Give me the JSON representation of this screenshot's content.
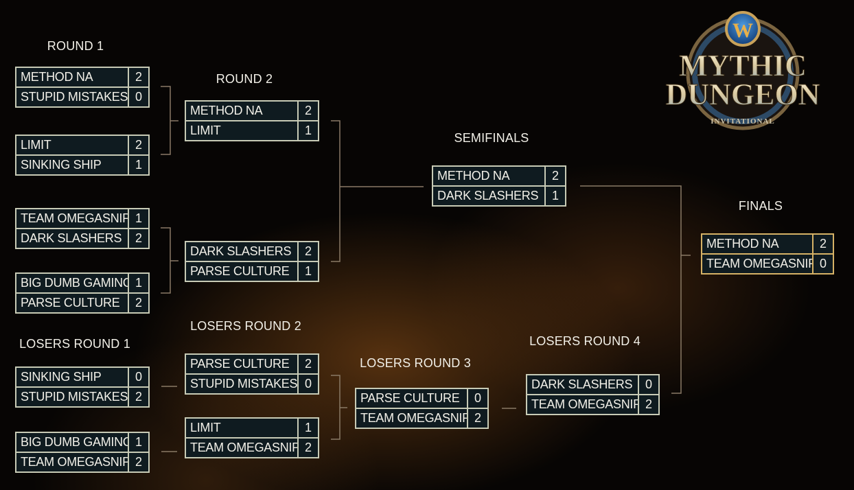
{
  "logo": {
    "line1": "MYTHIC",
    "line2": "DUNGEON",
    "subtitle": "INVITATIONAL",
    "emblem": "W"
  },
  "rounds": {
    "round1": "ROUND 1",
    "round2": "ROUND 2",
    "semifinals": "SEMIFINALS",
    "finals": "FINALS",
    "losers1": "LOSERS ROUND 1",
    "losers2": "LOSERS ROUND 2",
    "losers3": "LOSERS ROUND 3",
    "losers4": "LOSERS ROUND 4"
  },
  "matches": [
    {
      "id": "r1-m1",
      "teams": [
        {
          "name": "METHOD NA",
          "score": "2"
        },
        {
          "name": "STUPID MISTAKES",
          "score": "0"
        }
      ]
    },
    {
      "id": "r1-m2",
      "teams": [
        {
          "name": "LIMIT",
          "score": "2"
        },
        {
          "name": "SINKING SHIP",
          "score": "1"
        }
      ]
    },
    {
      "id": "r1-m3",
      "teams": [
        {
          "name": "TEAM OMEGASNIPED",
          "score": "1"
        },
        {
          "name": "DARK SLASHERS",
          "score": "2"
        }
      ]
    },
    {
      "id": "r1-m4",
      "teams": [
        {
          "name": "BIG DUMB GAMING",
          "score": "1"
        },
        {
          "name": "PARSE CULTURE",
          "score": "2"
        }
      ]
    },
    {
      "id": "r2-m1",
      "teams": [
        {
          "name": "METHOD NA",
          "score": "2"
        },
        {
          "name": "LIMIT",
          "score": "1"
        }
      ]
    },
    {
      "id": "r2-m2",
      "teams": [
        {
          "name": "DARK SLASHERS",
          "score": "2"
        },
        {
          "name": "PARSE CULTURE",
          "score": "1"
        }
      ]
    },
    {
      "id": "semi",
      "teams": [
        {
          "name": "METHOD NA",
          "score": "2"
        },
        {
          "name": "DARK SLASHERS",
          "score": "1"
        }
      ]
    },
    {
      "id": "finals",
      "teams": [
        {
          "name": "METHOD NA",
          "score": "2"
        },
        {
          "name": "TEAM OMEGASNIPED",
          "score": "0"
        }
      ]
    },
    {
      "id": "lr1-m1",
      "teams": [
        {
          "name": "SINKING SHIP",
          "score": "0"
        },
        {
          "name": "STUPID MISTAKES",
          "score": "2"
        }
      ]
    },
    {
      "id": "lr1-m2",
      "teams": [
        {
          "name": "BIG DUMB GAMING",
          "score": "1"
        },
        {
          "name": "TEAM OMEGASNIPED",
          "score": "2"
        }
      ]
    },
    {
      "id": "lr2-m1",
      "teams": [
        {
          "name": "PARSE CULTURE",
          "score": "2"
        },
        {
          "name": "STUPID MISTAKES",
          "score": "0"
        }
      ]
    },
    {
      "id": "lr2-m2",
      "teams": [
        {
          "name": "LIMIT",
          "score": "1"
        },
        {
          "name": "TEAM OMEGASNIPED",
          "score": "2"
        }
      ]
    },
    {
      "id": "lr3",
      "teams": [
        {
          "name": "PARSE CULTURE",
          "score": "0"
        },
        {
          "name": "TEAM OMEGASNIPED",
          "score": "2"
        }
      ]
    },
    {
      "id": "lr4",
      "teams": [
        {
          "name": "DARK SLASHERS",
          "score": "0"
        },
        {
          "name": "TEAM OMEGASNIPED",
          "score": "2"
        }
      ]
    }
  ],
  "colors": {
    "border": "#c8cbb6",
    "finals_border": "#d6b266",
    "cell": "#0f1b20",
    "line": "#8a7a66"
  }
}
